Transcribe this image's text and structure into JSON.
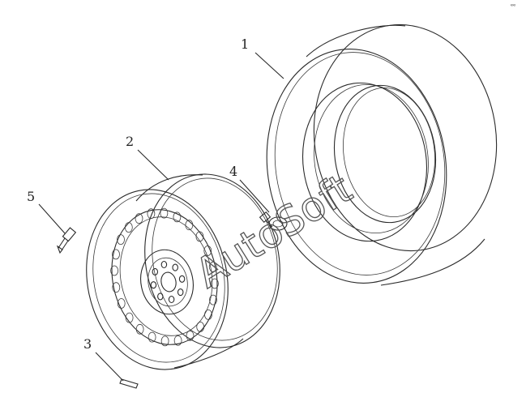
{
  "diagram": {
    "callouts": [
      {
        "id": "1",
        "label": "1"
      },
      {
        "id": "2",
        "label": "2"
      },
      {
        "id": "3",
        "label": "3"
      },
      {
        "id": "4",
        "label": "4"
      },
      {
        "id": "5",
        "label": "5"
      }
    ],
    "watermark": "AutoSoft",
    "corner_mark": "ᵉᵉ",
    "line_color": "#2a2a2a"
  }
}
